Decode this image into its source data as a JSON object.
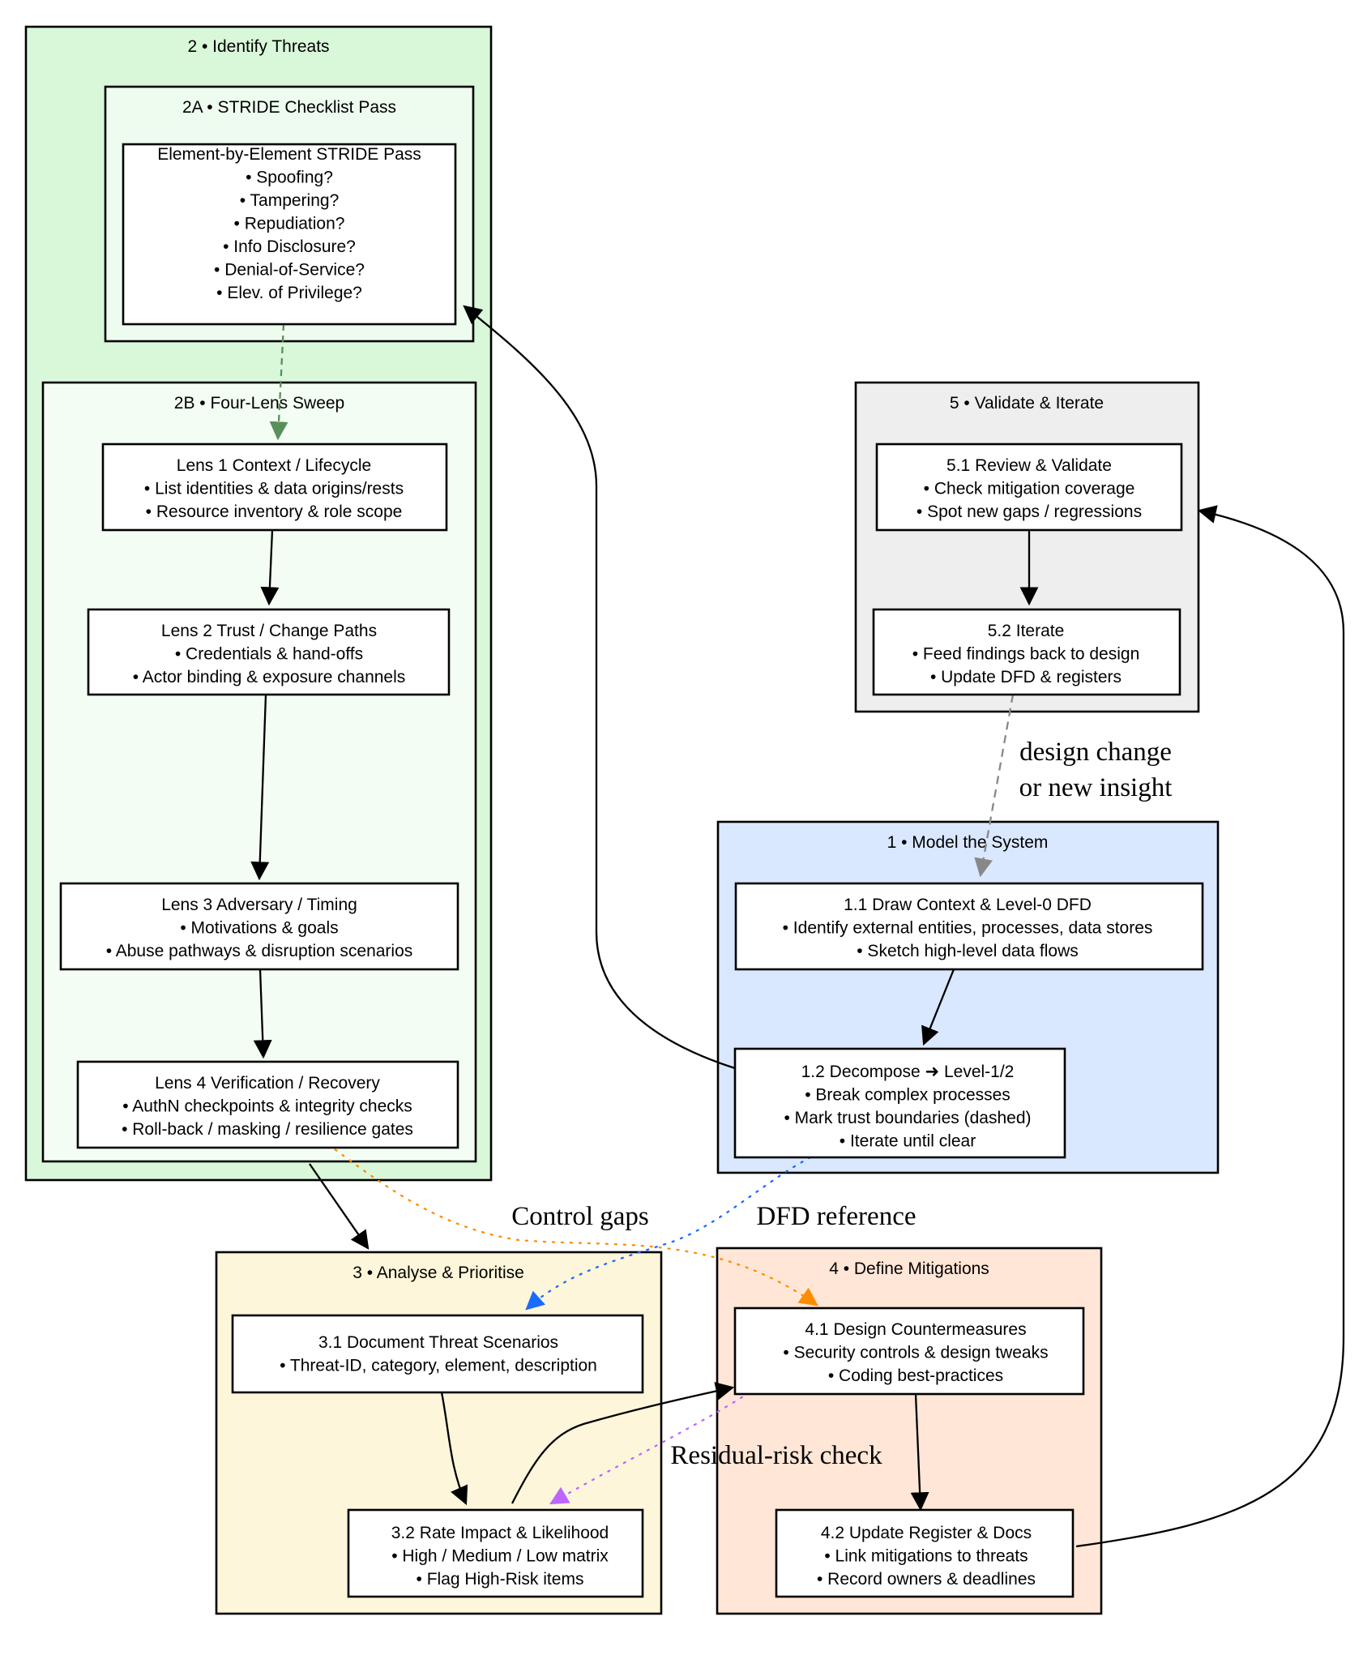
{
  "colors": {
    "cluster_identify": "#d9f7d9",
    "cluster_stride": "#eefbef",
    "cluster_lens": "#f3fdf3",
    "cluster_validate": "#eeeeee",
    "cluster_model": "#d9e8ff",
    "cluster_analyse": "#fdf6da",
    "cluster_mitigate": "#ffe6d6",
    "edge_solid": "#000000",
    "edge_green_dashed": "#5a8f5a",
    "edge_gray_dashed": "#888888",
    "edge_orange_dotted": "#ff8c00",
    "edge_blue_dotted": "#1a6bff",
    "edge_purple_dotted": "#bb66ff"
  },
  "clusters": {
    "identify": "2 • Identify Threats",
    "stride": "2A • STRIDE Checklist Pass",
    "lens": "2B • Four-Lens Sweep",
    "validate": "5 • Validate & Iterate",
    "model": "1 • Model the System",
    "analyse": "3 • Analyse & Prioritise",
    "mitigate": "4 • Define Mitigations"
  },
  "nodes": {
    "stride_pass": [
      "Element-by-Element STRIDE Pass",
      "• Spoofing?",
      "• Tampering?",
      "• Repudiation?",
      "• Info Disclosure?",
      "• Denial-of-Service?",
      "• Elev. of Privilege?"
    ],
    "lens1": [
      "Lens 1  Context / Lifecycle",
      "• List identities & data origins/rests",
      "• Resource inventory & role scope"
    ],
    "lens2": [
      "Lens 2  Trust / Change Paths",
      "• Credentials & hand-offs",
      "• Actor binding & exposure channels"
    ],
    "lens3": [
      "Lens 3  Adversary / Timing",
      "• Motivations & goals",
      "• Abuse pathways & disruption scenarios"
    ],
    "lens4": [
      "Lens 4  Verification / Recovery",
      "• AuthN checkpoints & integrity checks",
      "• Roll-back / masking / resilience gates"
    ],
    "n51": [
      "5.1  Review & Validate",
      "• Check mitigation coverage",
      "• Spot new gaps / regressions"
    ],
    "n52": [
      "5.2  Iterate",
      "• Feed findings back to design",
      "• Update DFD & registers"
    ],
    "n11": [
      "1.1  Draw Context & Level-0 DFD",
      "• Identify external entities, processes, data stores",
      "• Sketch high-level data flows"
    ],
    "n12": [
      "1.2  Decompose ➜ Level-1/2",
      "• Break complex processes",
      "• Mark trust boundaries (dashed)",
      "• Iterate until clear"
    ],
    "n31": [
      "3.1  Document Threat Scenarios",
      "• Threat-ID, category, element, description"
    ],
    "n32": [
      "3.2  Rate Impact & Likelihood",
      "• High / Medium / Low matrix",
      "• Flag High-Risk items"
    ],
    "n41": [
      "4.1  Design Countermeasures",
      "• Security controls & design tweaks",
      "• Coding best-practices"
    ],
    "n42": [
      "4.2  Update Register & Docs",
      "• Link mitigations to threats",
      "• Record owners & deadlines"
    ]
  },
  "edge_labels": {
    "design_change_line1": "design change",
    "design_change_line2": "or new insight",
    "control_gaps": "Control gaps",
    "dfd_reference": "DFD reference",
    "residual_risk": "Residual-risk check"
  }
}
